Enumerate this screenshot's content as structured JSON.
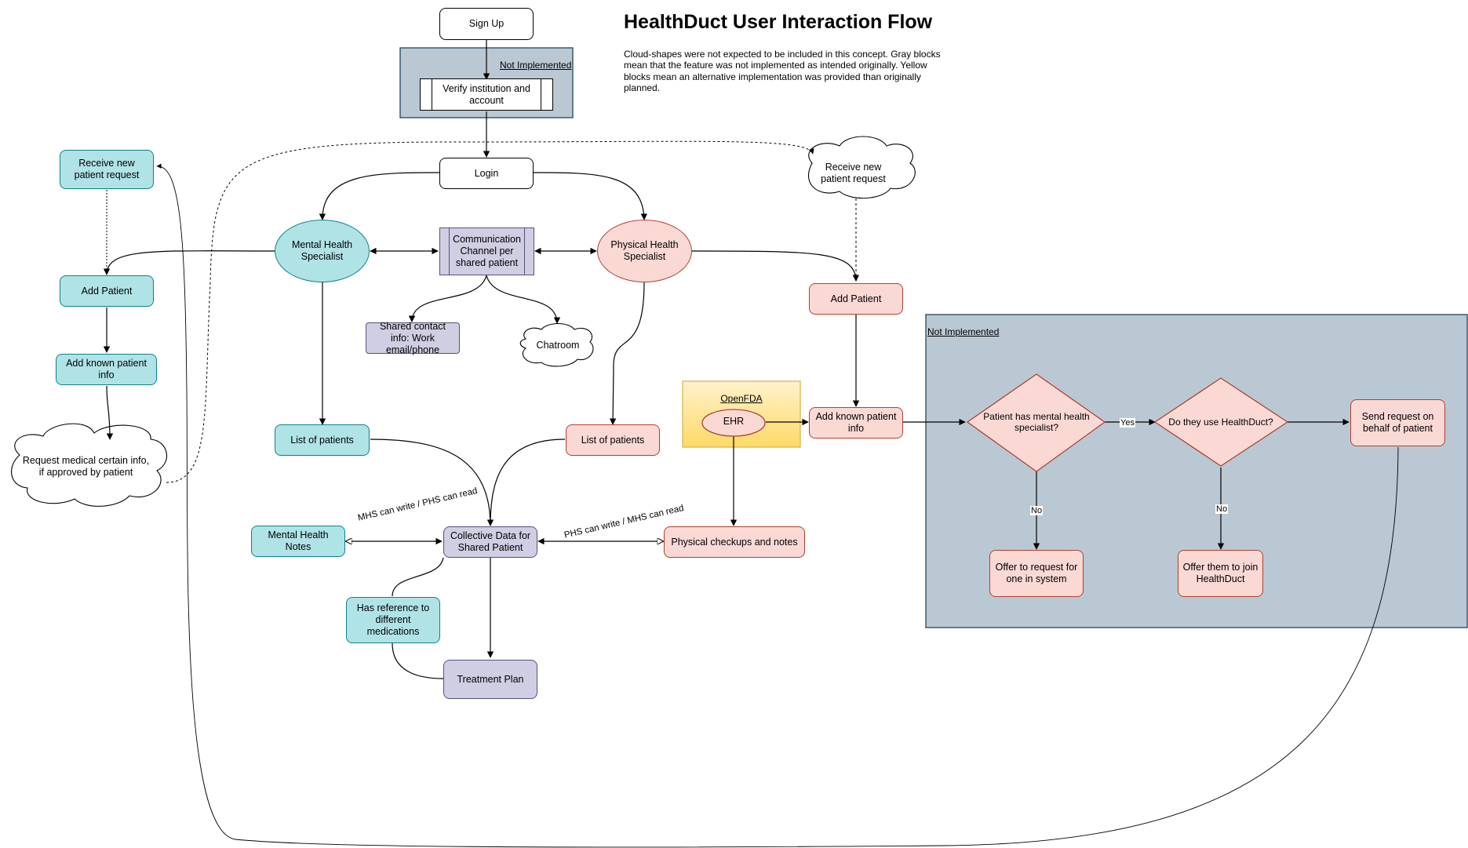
{
  "title": "HealthDuct User Interaction Flow",
  "description": "Cloud-shapes were not expected to be included in this concept. Gray blocks mean that the feature was not implemented as intended originally. Yellow blocks mean an alternative implementation was provided than originally planned.",
  "not_implemented_label": "Not Implemented",
  "nodes": {
    "sign_up": "Sign Up",
    "verify": "Verify institution and account",
    "login": "Login",
    "mhs": "Mental Health Specialist",
    "comm": "Communication Channel per shared patient",
    "phs": "Physical Health Specialist",
    "shared_contact": "Shared contact info: Work email/phone",
    "chatroom": "Chatroom",
    "receive_left": "Receive new patient request",
    "add_patient_left": "Add Patient",
    "add_known_left": "Add known patient info",
    "request_medical": "Request medical certain info, if approved by patient",
    "receive_right": "Receive new patient request",
    "add_patient_right": "Add Patient",
    "add_known_right": "Add known patient info",
    "openfda": "OpenFDA",
    "ehr": "EHR",
    "list_mhs": "List of patients",
    "list_phs": "List of patients",
    "mh_notes": "Mental Health Notes",
    "collective": "Collective Data for Shared Patient",
    "phys_notes": "Physical checkups and notes",
    "medications": "Has reference to different medications",
    "treatment": "Treatment Plan",
    "has_mhs": "Patient has mental health specialist?",
    "use_hd": "Do they use HealthDuct?",
    "send_request": "Send request on behalf of patient",
    "offer_request": "Offer to request for one in system",
    "offer_join": "Offer them to join HealthDuct"
  },
  "edge_labels": {
    "mhs_write": "MHS can write / PHS can read",
    "phs_write": "PHS can write / MHS can read",
    "yes": "Yes",
    "no1": "No",
    "no2": "No"
  },
  "colors": {
    "teal_fill": "#b0e3e6",
    "teal_stroke": "#0e8088",
    "pink_fill": "#fad9d5",
    "pink_stroke": "#ae4132",
    "purple_fill": "#d0cee2",
    "purple_stroke": "#56517e",
    "gray_fill": "#bac8d3",
    "gray_stroke": "#23445d",
    "yellow_fill": "#ffd966",
    "yellow_stroke": "#d6b656"
  }
}
